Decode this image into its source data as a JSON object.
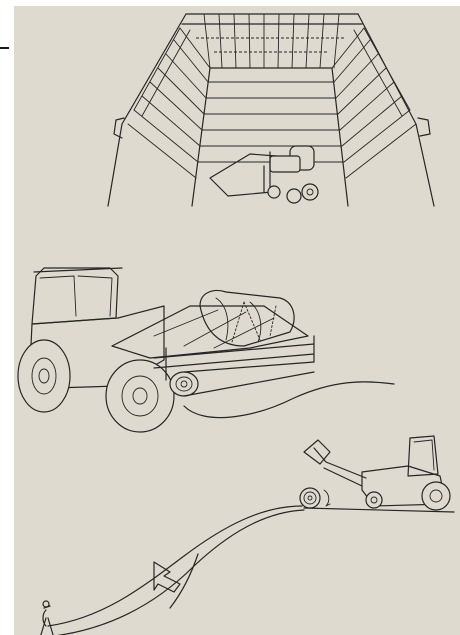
{
  "illustration": {
    "background_color": "#dedad0",
    "ink_color": "#262626",
    "scenes": [
      {
        "id": "bunker-silo-overview",
        "icon": "silo-tractor-drawing"
      },
      {
        "id": "bagging-machine-closeup",
        "icon": "silage-bagger-drawing"
      },
      {
        "id": "bag-rolling-over-pile",
        "icon": "bag-roll-drawing"
      }
    ]
  }
}
